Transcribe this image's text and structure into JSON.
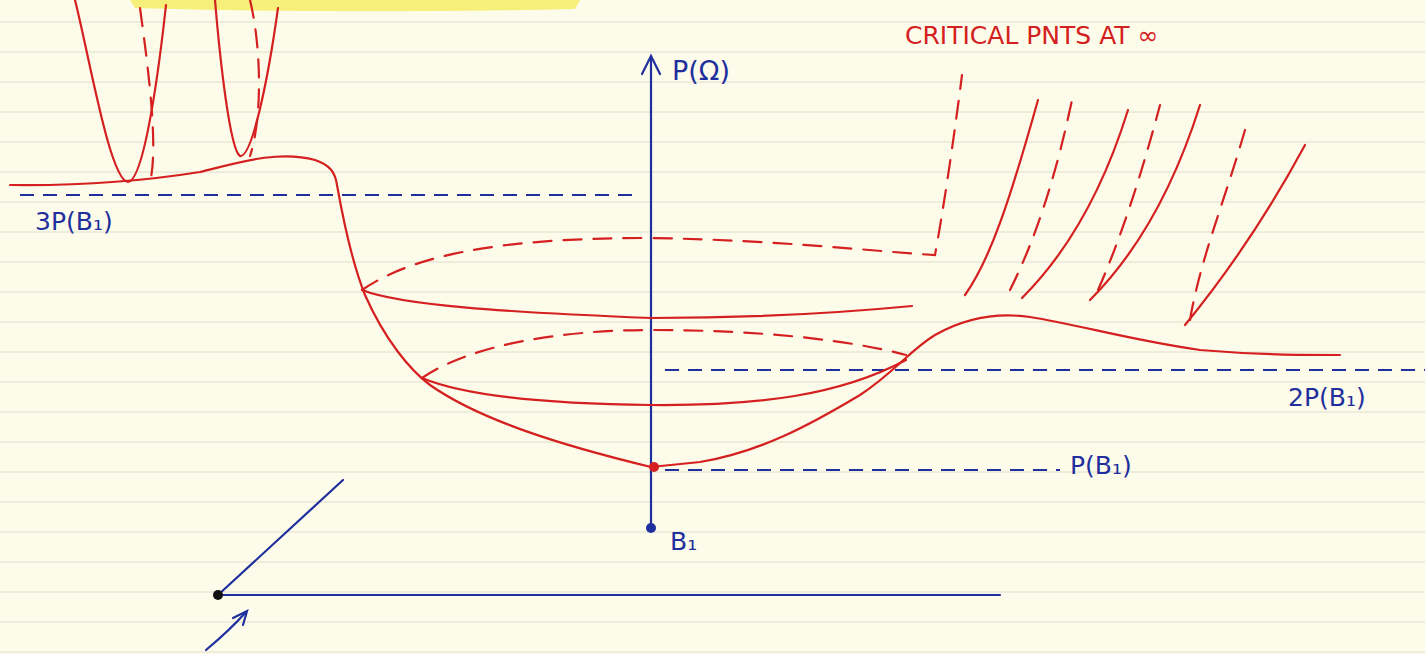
{
  "diagram": {
    "labels": [
      "CRITICAL PNTS AT ∞",
      "P(Ω)",
      "3P(B₁)",
      "2P(B₁)",
      "P(B₁)",
      "B₁"
    ]
  }
}
